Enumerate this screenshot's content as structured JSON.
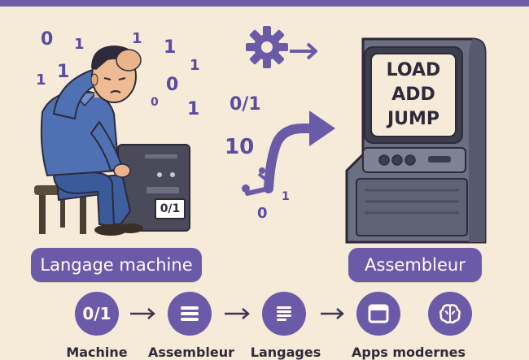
{
  "binary_digits": [
    "0",
    "1",
    "1",
    "1",
    "1",
    "0",
    "1",
    "1",
    "1",
    "0"
  ],
  "flow_bits": [
    "0/1",
    "10",
    "0",
    "1"
  ],
  "machine_chip": "0/1",
  "screen_lines": [
    "LOAD",
    "ADD",
    "JUMP"
  ],
  "labels": {
    "left": "Langage machine",
    "right": "Assembleur"
  },
  "steps": [
    {
      "icon_text": "0/1",
      "icon": "binary-icon",
      "label": "Machine"
    },
    {
      "icon_text": "",
      "icon": "list-icon",
      "label": "Assembleur"
    },
    {
      "icon_text": "",
      "icon": "document-icon",
      "label": "Langages"
    },
    {
      "icon_text": "",
      "icon": "app-window-icon",
      "label": "Apps modernes"
    },
    {
      "icon_text": "",
      "icon": "brain-icon",
      "label": ""
    }
  ],
  "colors": {
    "background": "#f6ead9",
    "accent": "#6b5aa8",
    "dark": "#2e2a3a"
  }
}
